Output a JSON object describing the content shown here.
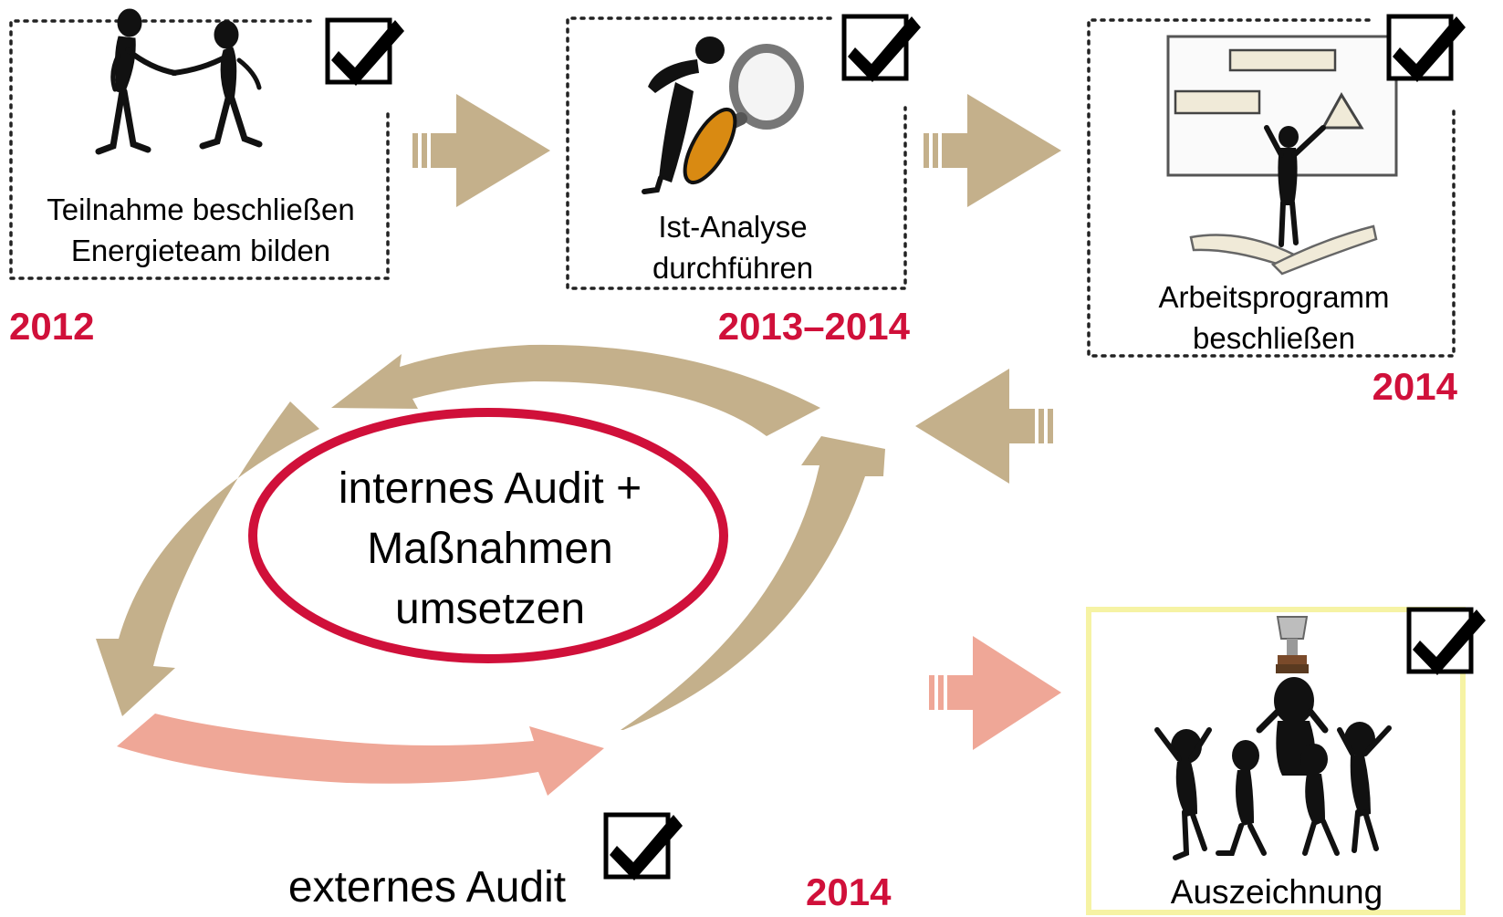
{
  "steps": [
    {
      "id": "team",
      "line1": "Teilnahme beschließen",
      "line2": "Energieteam bilden",
      "year": "2012",
      "checked": true
    },
    {
      "id": "analysis",
      "line1": "Ist-Analyse",
      "line2": "durchführen",
      "year": "2013–2014",
      "checked": true
    },
    {
      "id": "program",
      "line1": "Arbeitsprogramm",
      "line2": "beschließen",
      "year": "2014",
      "checked": false
    }
  ],
  "cycle": {
    "center_line1": "internes Audit +",
    "center_line2": "Maßnahmen",
    "center_line3": "umsetzen",
    "external_label": "externes Audit",
    "external_year": "2014",
    "external_checked": true
  },
  "award": {
    "label": "Auszeichnung",
    "checked": true
  },
  "colors": {
    "tan_arrow": "#c4b08b",
    "pink_arrow": "#efa797",
    "year_red": "#d0103a",
    "ellipse_red": "#d0103a",
    "award_border": "#f6f3a4",
    "magnifier_orange": "#d98a12",
    "board_paper": "#f0ead8"
  },
  "icons": [
    "handshake-figures-icon",
    "magnifier-figure-icon",
    "presentation-board-icon",
    "celebration-trophy-icon",
    "checkbox-check-icon"
  ]
}
